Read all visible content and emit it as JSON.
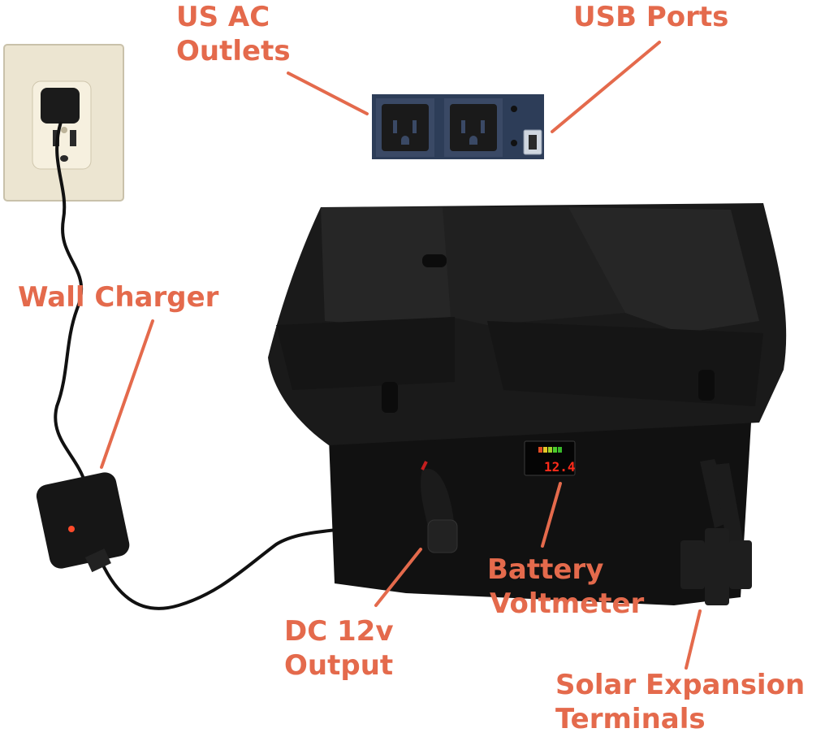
{
  "labels": {
    "ac_outlets": [
      "US AC",
      "Outlets"
    ],
    "usb_ports": "USB Ports",
    "wall_charger": "Wall Charger",
    "dc_output": [
      "DC 12v",
      "Output"
    ],
    "voltmeter": [
      "Battery",
      "Voltmeter"
    ],
    "solar_terminals": [
      "Solar Expansion",
      "Terminals"
    ]
  },
  "voltmeter_readout": "12.4",
  "colors": {
    "label": "#e46a4c",
    "leader_line": "#e46a4c",
    "box": "#141414",
    "wall_plate": "#ede6d3",
    "readout": "#ff2b1a",
    "panel": "#2e3f5c"
  },
  "icons": [
    "wall-outlet-icon",
    "ac-outlet-icon",
    "usb-port-icon",
    "charger-led-icon",
    "battery-level-bar-icon"
  ]
}
